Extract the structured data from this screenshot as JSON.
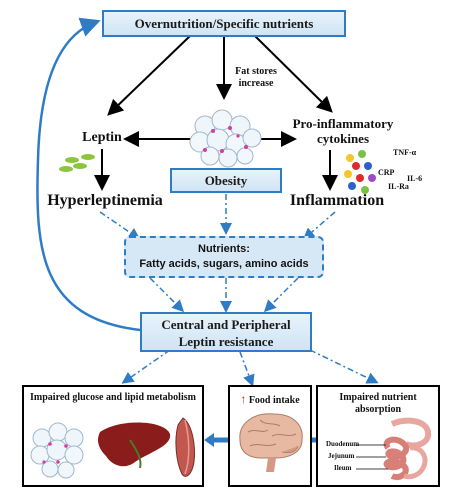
{
  "top_box": "Overnutrition/Specific nutrients",
  "fat_stores": [
    "Fat stores",
    "increase"
  ],
  "leptin": "Leptin",
  "proinflammatory": [
    "Pro-inflammatory",
    "cytokines"
  ],
  "obesity": "Obesity",
  "hyperleptinemia": "Hyperleptinemia",
  "inflammation": "Inflammation",
  "cytokines": {
    "tnf": "TNF-α",
    "crp": "CRP",
    "il6": "IL-6",
    "ilra": "IL-Ra"
  },
  "nutrients": {
    "title": "Nutrients:",
    "body": "Fatty acids, sugars, amino acids"
  },
  "resistance": [
    "Central and Peripheral",
    "Leptin resistance"
  ],
  "bottom": {
    "glucose": "Impaired glucose and lipid metabolism",
    "food_intake": "Food intake",
    "absorption": [
      "Impaired nutrient",
      "absorption"
    ],
    "duodenum": "Duodenum",
    "jejunum": "Jejunum",
    "ileum": "Ileum"
  }
}
